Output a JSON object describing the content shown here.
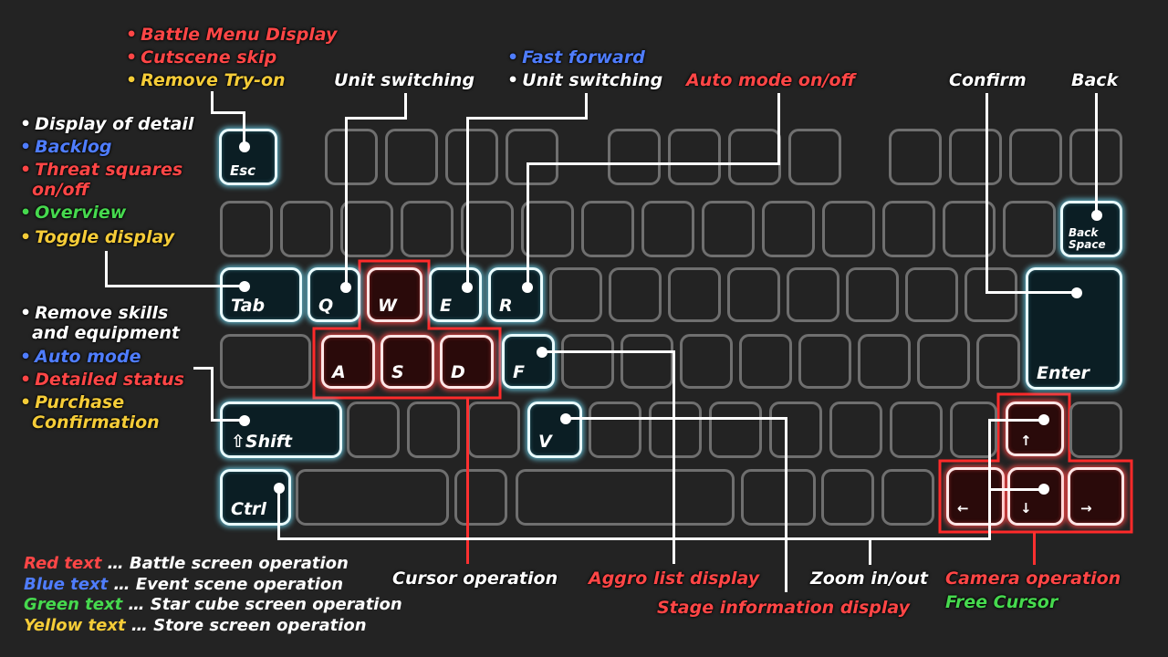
{
  "keys": {
    "esc": "Esc",
    "tab": "Tab",
    "q": "Q",
    "w": "W",
    "e": "E",
    "r": "R",
    "a": "A",
    "s": "S",
    "d": "D",
    "f": "F",
    "shift": "⇧Shift",
    "v": "V",
    "ctrl": "Ctrl",
    "backspace_line1": "Back",
    "backspace_line2": "Space",
    "enter": "Enter",
    "up": "↑",
    "left": "←",
    "down": "↓",
    "right": "→"
  },
  "labels": {
    "esc_group": [
      "Battle Menu Display",
      "Cutscene skip",
      "Remove Try-on"
    ],
    "q": "Unit switching",
    "e_group": [
      "Fast forward",
      "Unit switching"
    ],
    "r": "Auto mode on/off",
    "confirm": "Confirm",
    "back": "Back",
    "tab_group": [
      "Display of detail",
      "Backlog",
      "Threat squares",
      "on/off",
      "Overview",
      "Toggle display"
    ],
    "shift_group": [
      "Remove skills",
      "and equipment",
      "Auto mode",
      "Detailed status",
      "Purchase",
      "Confirmation"
    ],
    "cursor": "Cursor operation",
    "aggro": "Aggro list display",
    "stage": "Stage information display",
    "zoom": "Zoom in/out",
    "camera": "Camera operation",
    "free_cursor": "Free Cursor"
  },
  "legend": [
    {
      "key": "Red text",
      "desc": "Battle screen operation",
      "color": "#ff4646"
    },
    {
      "key": "Blue text",
      "desc": "Event scene operation",
      "color": "#4f7dff"
    },
    {
      "key": "Green text",
      "desc": "Star cube screen operation",
      "color": "#46d94e"
    },
    {
      "key": "Yellow text",
      "desc": "Store screen operation",
      "color": "#f5cc38"
    }
  ],
  "legend_sep": "…",
  "colors": {
    "background": "#232323",
    "battle": "#ff4646",
    "event": "#4f7dff",
    "star_cube": "#46d94e",
    "store": "#f5cc38",
    "key_outline": "#6f6f6f",
    "key_glow_blue": "#6ed7f0",
    "key_glow_red": "#ff4646"
  }
}
